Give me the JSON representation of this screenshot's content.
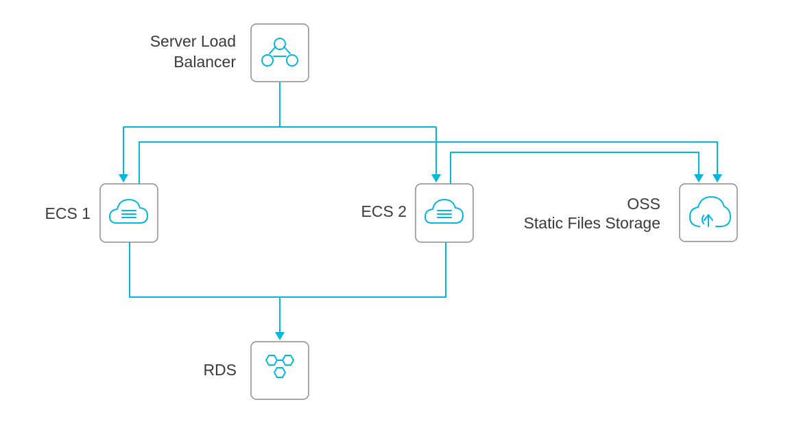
{
  "colors": {
    "connector": "#00b7de",
    "box_border": "#8c8c8c",
    "label_text": "#3a3a3a",
    "background": "#ffffff"
  },
  "nodes": {
    "slb": {
      "label_lines": [
        "Server Load",
        "Balancer"
      ],
      "icon": "network-nodes-icon"
    },
    "ecs1": {
      "label_lines": [
        "ECS 1"
      ],
      "icon": "cloud-server-icon"
    },
    "ecs2": {
      "label_lines": [
        "ECS 2"
      ],
      "icon": "cloud-server-icon"
    },
    "oss": {
      "label_lines": [
        "OSS",
        "Static Files Storage"
      ],
      "icon": "cloud-upload-icon"
    },
    "rds": {
      "label_lines": [
        "RDS"
      ],
      "icon": "hexagon-cluster-icon"
    }
  },
  "edges": [
    {
      "from": "slb",
      "to": "ecs1"
    },
    {
      "from": "slb",
      "to": "ecs2"
    },
    {
      "from": "ecs1",
      "to": "oss"
    },
    {
      "from": "ecs2",
      "to": "oss"
    },
    {
      "from": "ecs1",
      "to": "rds"
    },
    {
      "from": "ecs2",
      "to": "rds"
    }
  ]
}
